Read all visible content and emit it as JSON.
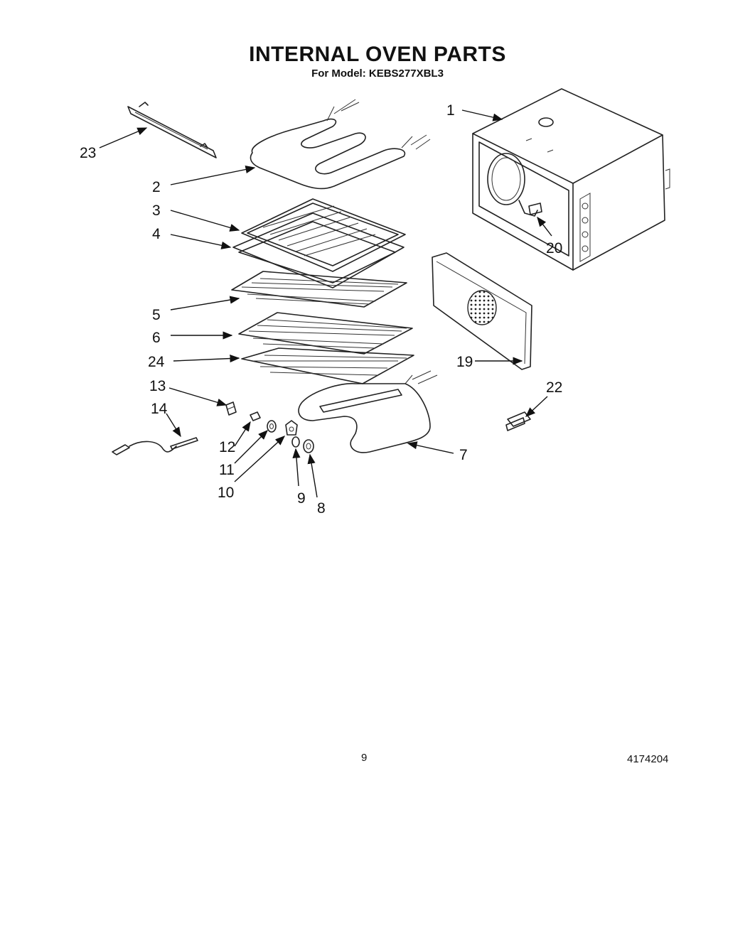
{
  "header": {
    "title": "INTERNAL OVEN PARTS",
    "subtitle": "For Model: KEBS277XBL3"
  },
  "callouts": {
    "p1": "1",
    "p2": "2",
    "p3": "3",
    "p4": "4",
    "p5": "5",
    "p6": "6",
    "p7": "7",
    "p8": "8",
    "p9": "9",
    "p10": "10",
    "p11": "11",
    "p12": "12",
    "p13": "13",
    "p14": "14",
    "p19": "19",
    "p20": "20",
    "p22": "22",
    "p23": "23",
    "p24": "24"
  },
  "footer": {
    "page_number": "9",
    "document_number": "4174204"
  }
}
